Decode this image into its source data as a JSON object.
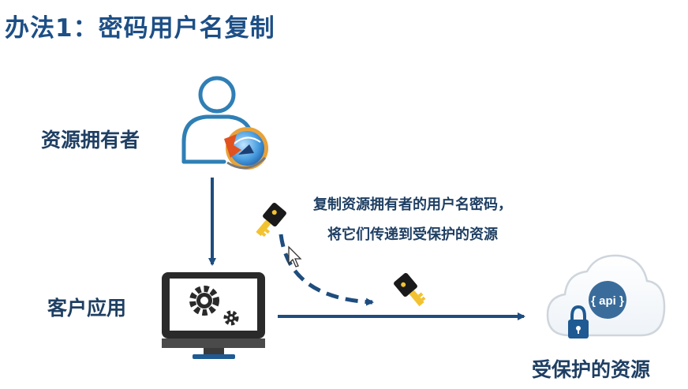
{
  "title": "办法1：密码用户名复制",
  "owner_label": "资源拥有者",
  "client_label": "客户应用",
  "resource_label": "受保护的资源",
  "caption_line1": "复制资源拥有者的用户名密码，",
  "caption_line2": "将它们传递到受保护的资源",
  "api_label": "{ api }",
  "colors": {
    "title": "#1d4f86",
    "label": "#1f3f63",
    "arrow": "#1e4d7e",
    "outline": "#2f7fb5",
    "api_circle": "#3a6c9b",
    "monitor": "#2a2a2a"
  },
  "icons": [
    "user-icon",
    "browser-icon",
    "key-icon",
    "monitor-icon",
    "gear-icon",
    "cloud-icon",
    "lock-icon",
    "cursor-icon"
  ]
}
